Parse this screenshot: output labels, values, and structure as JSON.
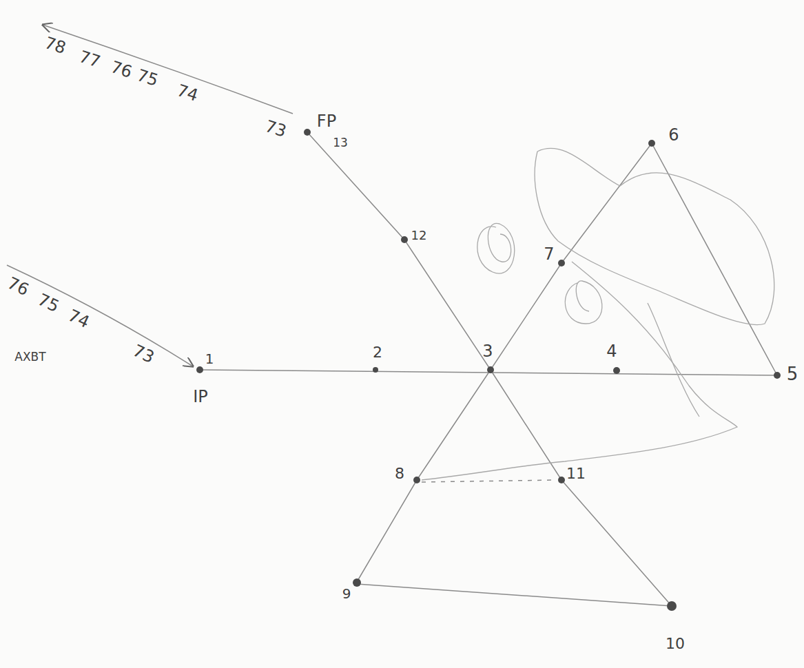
{
  "diagram": {
    "labels": [
      "78",
      "77",
      "76",
      "75",
      "74",
      "73",
      "FP",
      "13",
      "6",
      "12",
      "7",
      "76",
      "75",
      "74",
      "73",
      "AXBT",
      "1",
      "IP",
      "2",
      "3",
      "4",
      "5",
      "8",
      "11",
      "9",
      "10"
    ]
  }
}
